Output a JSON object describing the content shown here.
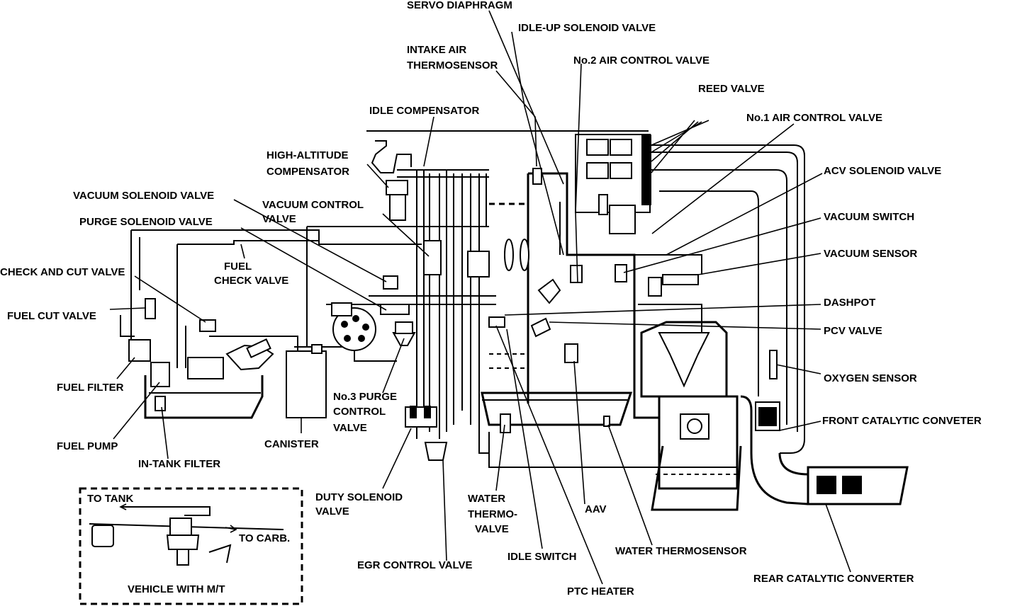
{
  "labels": {
    "servo_diaphragm": "SERVO DIAPHRAGM",
    "idle_up_solenoid_valve": "IDLE-UP SOLENOID VALVE",
    "intake_air_thermosensor_1": "INTAKE AIR",
    "intake_air_thermosensor_2": "THERMOSENSOR",
    "no2_air_control_valve": "No.2 AIR CONTROL VALVE",
    "reed_valve": "REED VALVE",
    "idle_compensator": "IDLE COMPENSATOR",
    "no1_air_control_valve": "No.1 AIR CONTROL VALVE",
    "high_altitude_compensator_1": "HIGH-ALTITUDE",
    "high_altitude_compensator_2": "COMPENSATOR",
    "acv_solenoid_valve": "ACV SOLENOID VALVE",
    "vacuum_solenoid_valve": "VACUUM SOLENOID VALVE",
    "vacuum_control_valve_1": "VACUUM CONTROL",
    "vacuum_control_valve_2": "VALVE",
    "purge_solenoid_valve": "PURGE SOLENOID VALVE",
    "vacuum_switch": "VACUUM SWITCH",
    "vacuum_sensor": "VACUUM SENSOR",
    "fuel_check_valve_1": "FUEL",
    "fuel_check_valve_2": "CHECK VALVE",
    "check_and_cut_valve": "CHECK AND CUT VALVE",
    "dashpot": "DASHPOT",
    "fuel_cut_valve": "FUEL CUT VALVE",
    "pcv_valve": "PCV VALVE",
    "oxygen_sensor": "OXYGEN SENSOR",
    "fuel_filter": "FUEL FILTER",
    "no3_purge_control_valve_1": "No.3 PURGE",
    "no3_purge_control_valve_2": "CONTROL",
    "no3_purge_control_valve_3": "VALVE",
    "front_catalytic_converter": "FRONT CATALYTIC CONVETER",
    "fuel_pump": "FUEL PUMP",
    "canister": "CANISTER",
    "in_tank_filter": "IN-TANK FILTER",
    "duty_solenoid_valve_1": "DUTY SOLENOID",
    "duty_solenoid_valve_2": "VALVE",
    "water_thermo_valve_1": "WATER",
    "water_thermo_valve_2": "THERMO-",
    "water_thermo_valve_3": "VALVE",
    "aav": "AAV",
    "idle_switch": "IDLE SWITCH",
    "water_thermosensor": "WATER THERMOSENSOR",
    "egr_control_valve": "EGR CONTROL VALVE",
    "ptc_heater": "PTC HEATER",
    "rear_catalytic_converter": "REAR CATALYTIC CONVERTER"
  },
  "inset": {
    "to_tank": "TO TANK",
    "to_carb": "TO CARB.",
    "vehicle_with_mt": "VEHICLE WITH M/T"
  }
}
